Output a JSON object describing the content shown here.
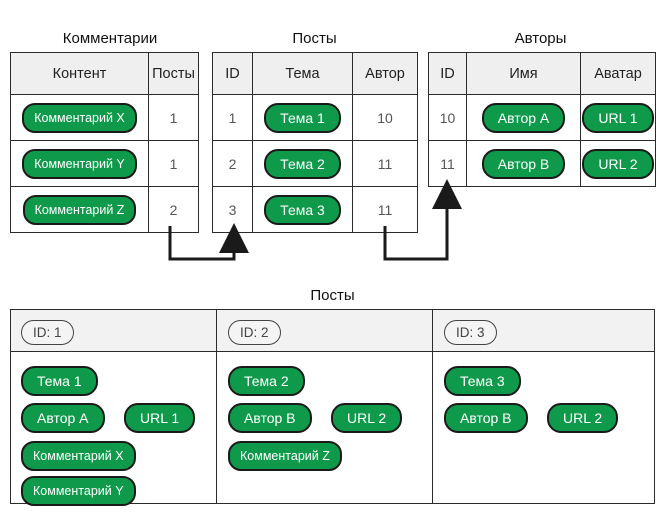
{
  "comments_table": {
    "title": "Комментарии",
    "headers": [
      "Контент",
      "Посты"
    ],
    "rows": [
      {
        "content": "Комментарий X",
        "post": "1"
      },
      {
        "content": "Комментарий Y",
        "post": "1"
      },
      {
        "content": "Комментарий Z",
        "post": "2"
      }
    ]
  },
  "posts_table": {
    "title": "Посты",
    "headers": [
      "ID",
      "Тема",
      "Автор"
    ],
    "rows": [
      {
        "id": "1",
        "topic": "Тема 1",
        "author": "10"
      },
      {
        "id": "2",
        "topic": "Тема 2",
        "author": "11"
      },
      {
        "id": "3",
        "topic": "Тема 3",
        "author": "11"
      }
    ]
  },
  "authors_table": {
    "title": "Авторы",
    "headers": [
      "ID",
      "Имя",
      "Аватар"
    ],
    "rows": [
      {
        "id": "10",
        "name": "Автор A",
        "avatar": "URL 1"
      },
      {
        "id": "11",
        "name": "Автор B",
        "avatar": "URL 2"
      }
    ]
  },
  "nested": {
    "title": "Посты",
    "columns": [
      {
        "id": "ID: 1",
        "topic": "Тема 1",
        "author": "Автор A",
        "avatar": "URL 1",
        "comments": [
          "Комментарий X",
          "Комментарий Y"
        ]
      },
      {
        "id": "ID: 2",
        "topic": "Тема 2",
        "author": "Автор B",
        "avatar": "URL 2",
        "comments": [
          "Комментарий Z"
        ]
      },
      {
        "id": "ID: 3",
        "topic": "Тема 3",
        "author": "Автор B",
        "avatar": "URL 2",
        "comments": []
      }
    ]
  },
  "colors": {
    "pill": "#0f9a4b",
    "border": "#2b2b2b",
    "header": "#efefef"
  }
}
